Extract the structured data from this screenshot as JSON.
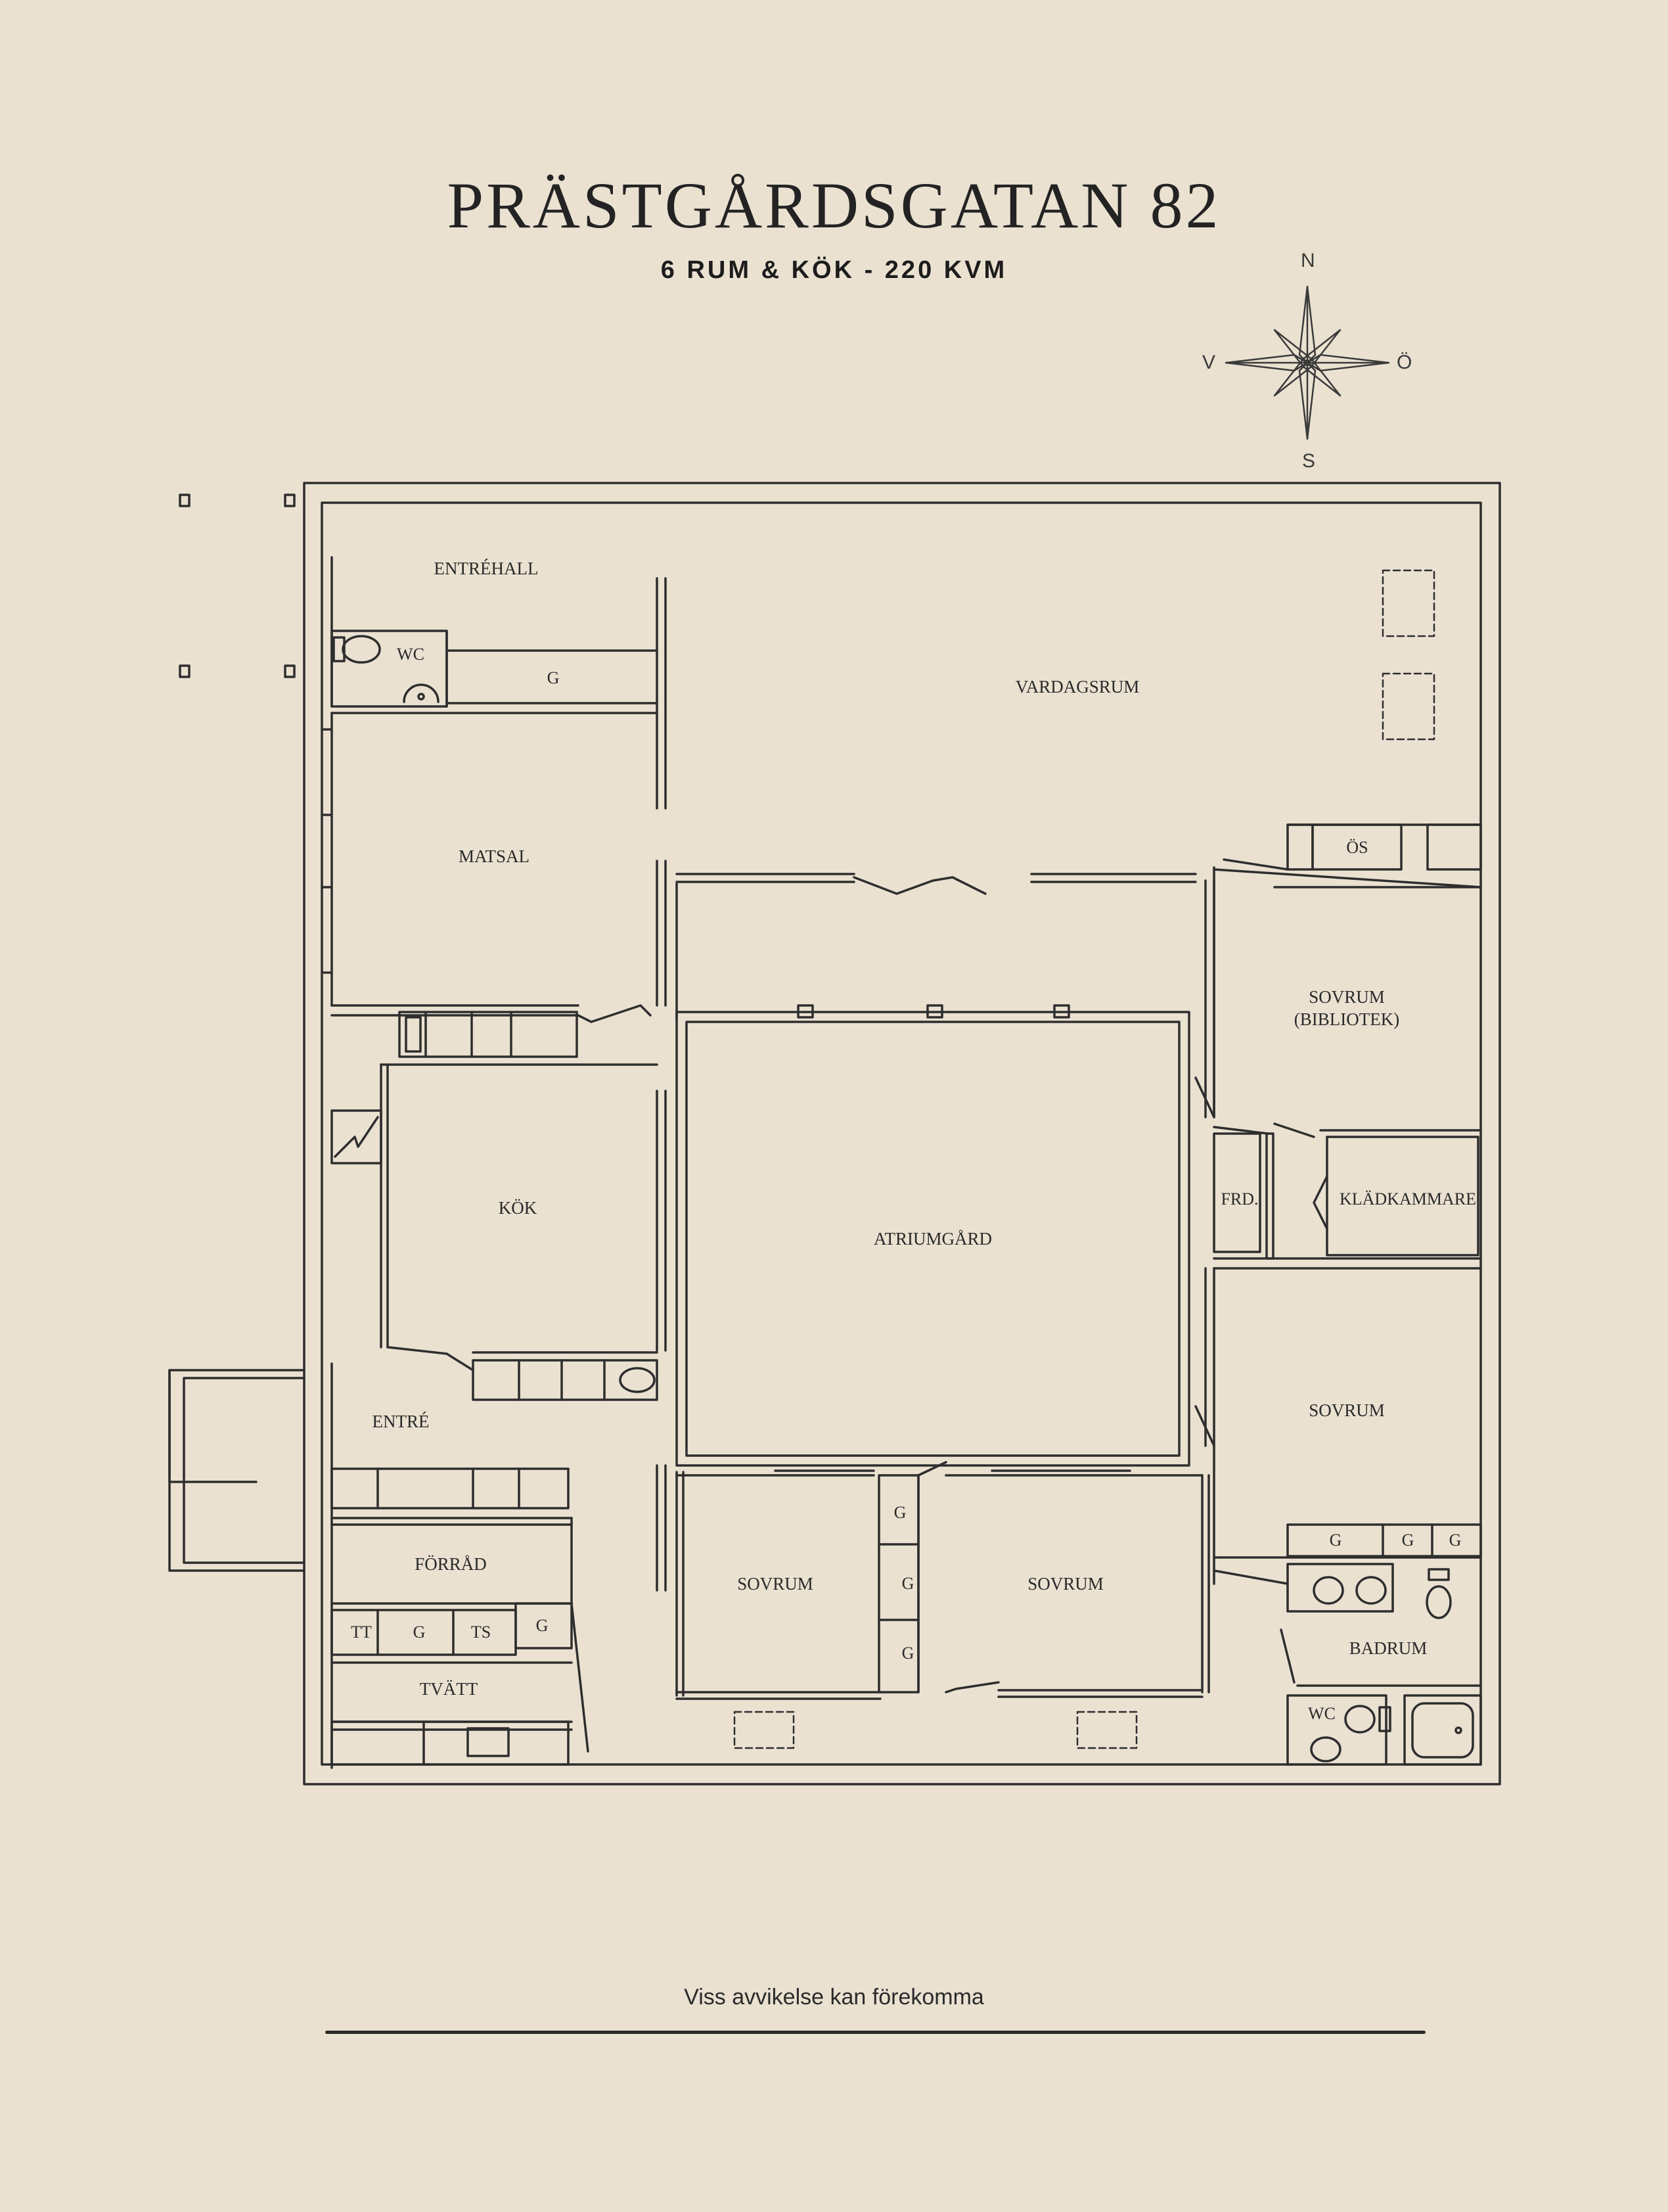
{
  "title": "PRÄSTGÅRDSGATAN 82",
  "subtitle": "6 RUM & KÖK  -  220 KVM",
  "compass": {
    "north": "N",
    "south": "S",
    "west": "V",
    "east": "Ö"
  },
  "rooms": {
    "entrehall": "ENTRÉHALL",
    "wc_top": "WC",
    "g_top": "G",
    "vardagsrum": "VARDAGSRUM",
    "matsal": "MATSAL",
    "os": "ÖS",
    "sovrum_bibliotek_1": "SOVRUM",
    "sovrum_bibliotek_2": "(BIBLIOTEK)",
    "kok": "KÖK",
    "atriumgard": "ATRIUMGÅRD",
    "frd": "FRD.",
    "kladkammare": "KLÄDKAMMARE",
    "entre": "ENTRÉ",
    "sovrum_east": "SOVRUM",
    "forrad": "FÖRRÅD",
    "sovrum_sw": "SOVRUM",
    "sovrum_s": "SOVRUM",
    "g_mid_1": "G",
    "g_mid_2": "G",
    "g_mid_3": "G",
    "g_bath_1": "G",
    "g_bath_2": "G",
    "g_bath_3": "G",
    "badrum": "BADRUM",
    "wc_bottom": "WC",
    "tt": "TT",
    "g_laundry_1": "G",
    "ts": "TS",
    "g_laundry_2": "G",
    "tvatt": "TVÄTT"
  },
  "disclaimer": "Viss avvikelse kan förekomma",
  "colors": {
    "background": "#eae1d1",
    "ink": "#2a2a2a"
  }
}
